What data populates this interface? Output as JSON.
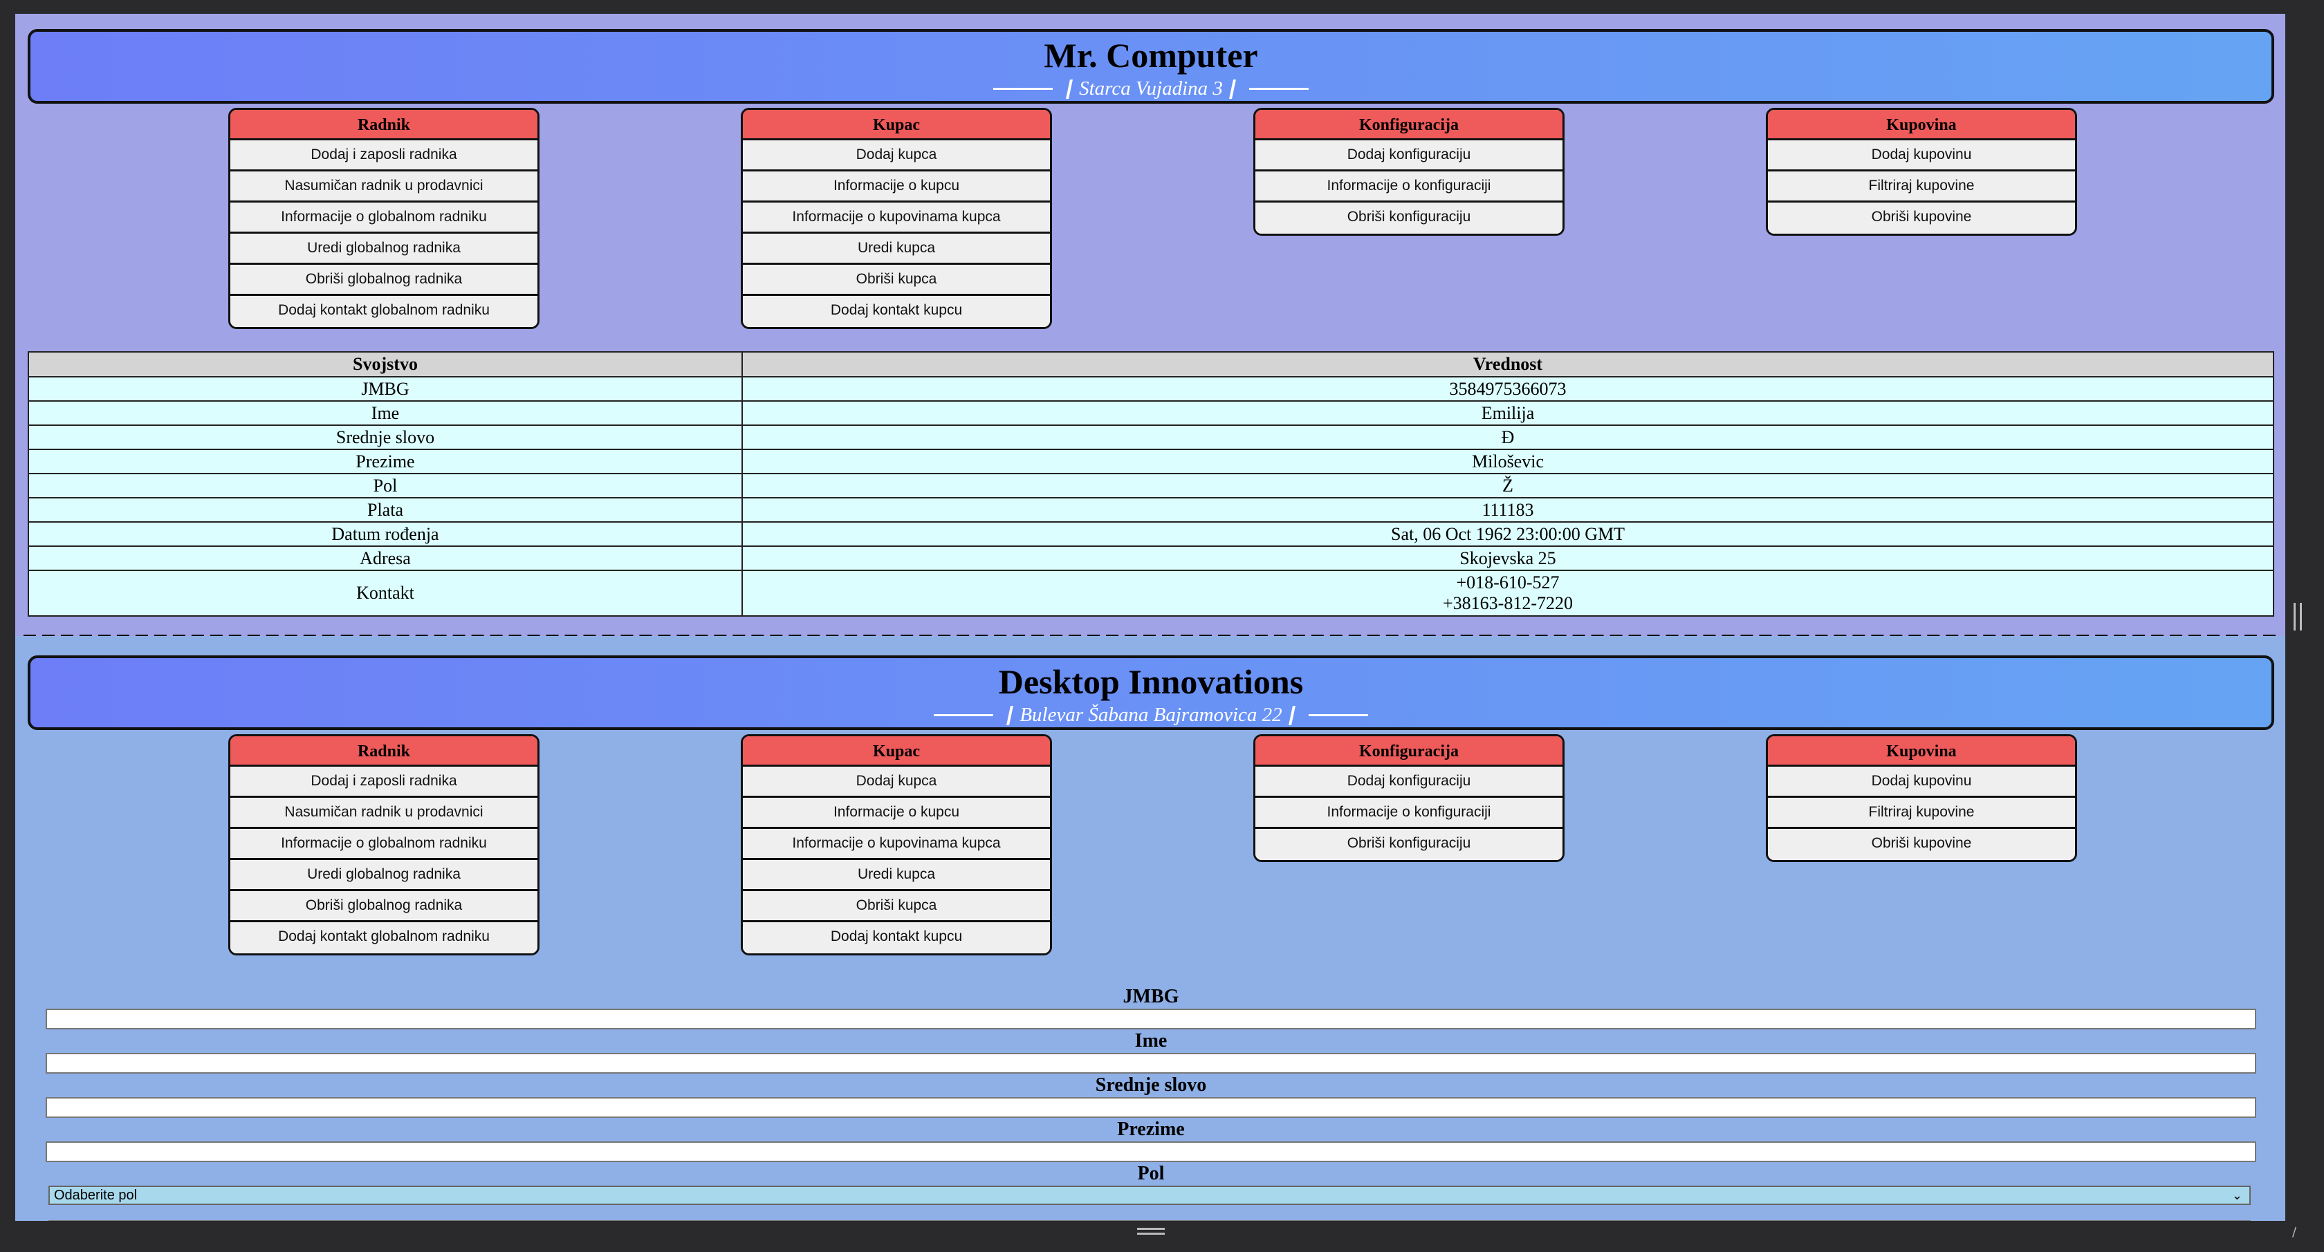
{
  "stores": [
    {
      "name": "Mr. Computer",
      "address": "Starca Vujadina 3",
      "menus": [
        {
          "title": "Radnik",
          "items": [
            "Dodaj i zaposli radnika",
            "Nasumičan radnik u prodavnici",
            "Informacije o globalnom radniku",
            "Uredi globalnog radnika",
            "Obriši globalnog radnika",
            "Dodaj kontakt globalnom radniku"
          ]
        },
        {
          "title": "Kupac",
          "items": [
            "Dodaj kupca",
            "Informacije o kupcu",
            "Informacije o kupovinama kupca",
            "Uredi kupca",
            "Obriši kupca",
            "Dodaj kontakt kupcu"
          ]
        },
        {
          "title": "Konfiguracija",
          "items": [
            "Dodaj konfiguraciju",
            "Informacije o konfiguraciji",
            "Obriši konfiguraciju"
          ]
        },
        {
          "title": "Kupovina",
          "items": [
            "Dodaj kupovinu",
            "Filtriraj kupovine",
            "Obriši kupovine"
          ]
        }
      ],
      "table": {
        "headers": [
          "Svojstvo",
          "Vrednost"
        ],
        "rows": [
          [
            "JMBG",
            "3584975366073"
          ],
          [
            "Ime",
            "Emilija"
          ],
          [
            "Srednje slovo",
            "Đ"
          ],
          [
            "Prezime",
            "Miloševic"
          ],
          [
            "Pol",
            "Ž"
          ],
          [
            "Plata",
            "111183"
          ],
          [
            "Datum rođenja",
            "Sat, 06 Oct 1962 23:00:00 GMT"
          ],
          [
            "Adresa",
            "Skojevska 25"
          ]
        ],
        "contact_label": "Kontakt",
        "contact_values": [
          "+018-610-527",
          "+38163-812-7220"
        ]
      }
    },
    {
      "name": "Desktop Innovations",
      "address": "Bulevar Šabana Bajramovica 22",
      "menus": [
        {
          "title": "Radnik",
          "items": [
            "Dodaj i zaposli radnika",
            "Nasumičan radnik u prodavnici",
            "Informacije o globalnom radniku",
            "Uredi globalnog radnika",
            "Obriši globalnog radnika",
            "Dodaj kontakt globalnom radniku"
          ]
        },
        {
          "title": "Kupac",
          "items": [
            "Dodaj kupca",
            "Informacije o kupcu",
            "Informacije o kupovinama kupca",
            "Uredi kupca",
            "Obriši kupca",
            "Dodaj kontakt kupcu"
          ]
        },
        {
          "title": "Konfiguracija",
          "items": [
            "Dodaj konfiguraciju",
            "Informacije o konfiguraciji",
            "Obriši konfiguraciju"
          ]
        },
        {
          "title": "Kupovina",
          "items": [
            "Dodaj kupovinu",
            "Filtriraj kupovine",
            "Obriši kupovine"
          ]
        }
      ],
      "form": {
        "jmbg_label": "JMBG",
        "ime_label": "Ime",
        "srednje_label": "Srednje slovo",
        "prezime_label": "Prezime",
        "pol_label": "Pol",
        "pol_selected": "Odaberite pol"
      }
    }
  ],
  "colors": {
    "menu_header": "#ef5a5a",
    "header_gradient_start": "#6d7ef7",
    "header_gradient_end": "#66a4f3",
    "table_cell": "#dcfefe"
  }
}
